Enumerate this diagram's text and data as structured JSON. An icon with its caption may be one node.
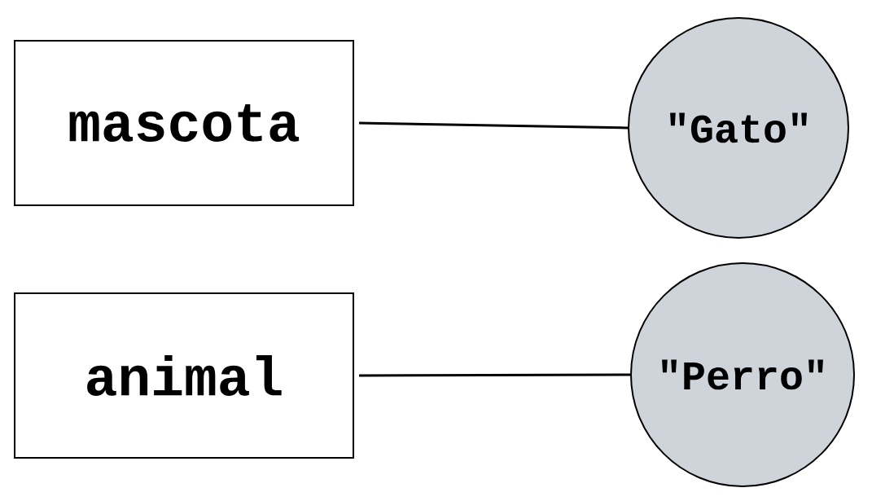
{
  "diagram": {
    "nodes": [
      {
        "text": [
          "mascota"
        ]
      },
      {
        "text": [
          "\"Gato\""
        ]
      },
      {
        "text": [
          "animal"
        ]
      },
      {
        "text": [
          "\"Perro\""
        ]
      }
    ],
    "edges": [
      {
        "from": 0,
        "to": 1,
        "arrow": "none"
      },
      {
        "from": 2,
        "to": 3,
        "arrow": "none"
      }
    ]
  }
}
